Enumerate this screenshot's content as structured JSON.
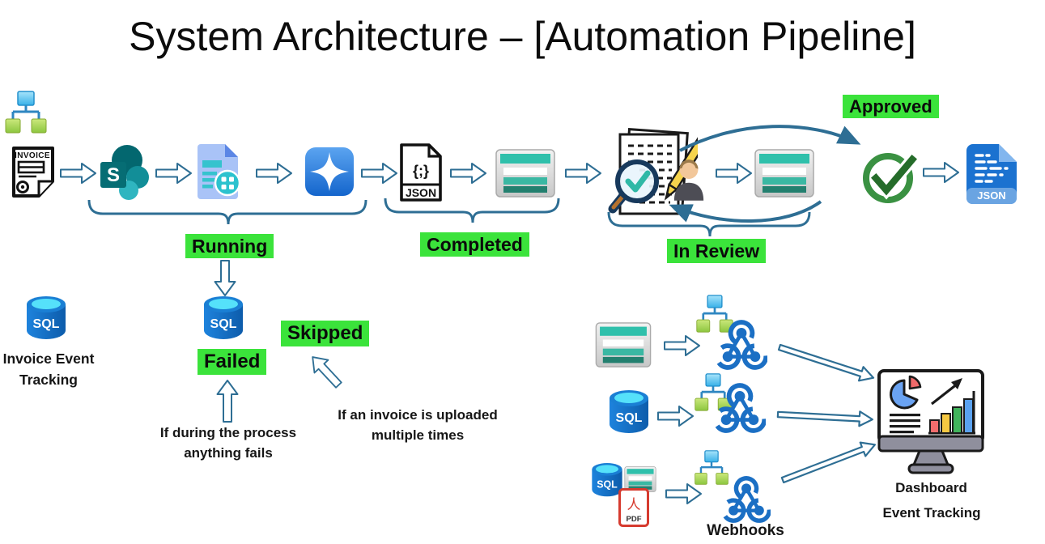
{
  "title": "System Architecture – [Automation Pipeline]",
  "status_labels": {
    "running": "Running",
    "completed": "Completed",
    "in_review": "In Review",
    "approved": "Approved",
    "failed": "Failed",
    "skipped": "Skipped"
  },
  "annotations": {
    "invoice_event_tracking": "Invoice Event Tracking",
    "fail_note": "If during the process anything fails",
    "duplicate_note": "If an invoice is uploaded multiple times",
    "webhooks": "Webhooks",
    "dashboard": "Dashboard",
    "event_tracking": "Event Tracking"
  },
  "icon_text": {
    "invoice": "INVOICE",
    "sharepoint": "S",
    "json_symbol": "{;}",
    "json": "JSON",
    "sql": "SQL",
    "pdf_glyph": "人",
    "pdf": "PDF"
  },
  "colors": {
    "highlight_green": "#3be33b",
    "connector": "#2e6e94",
    "webhook_blue": "#1b6fc4",
    "table_teal": "#2fc0ab",
    "check_green": "#3a9142",
    "sql_blue": "#0f6fd0",
    "pdf_red": "#d63b2f"
  }
}
